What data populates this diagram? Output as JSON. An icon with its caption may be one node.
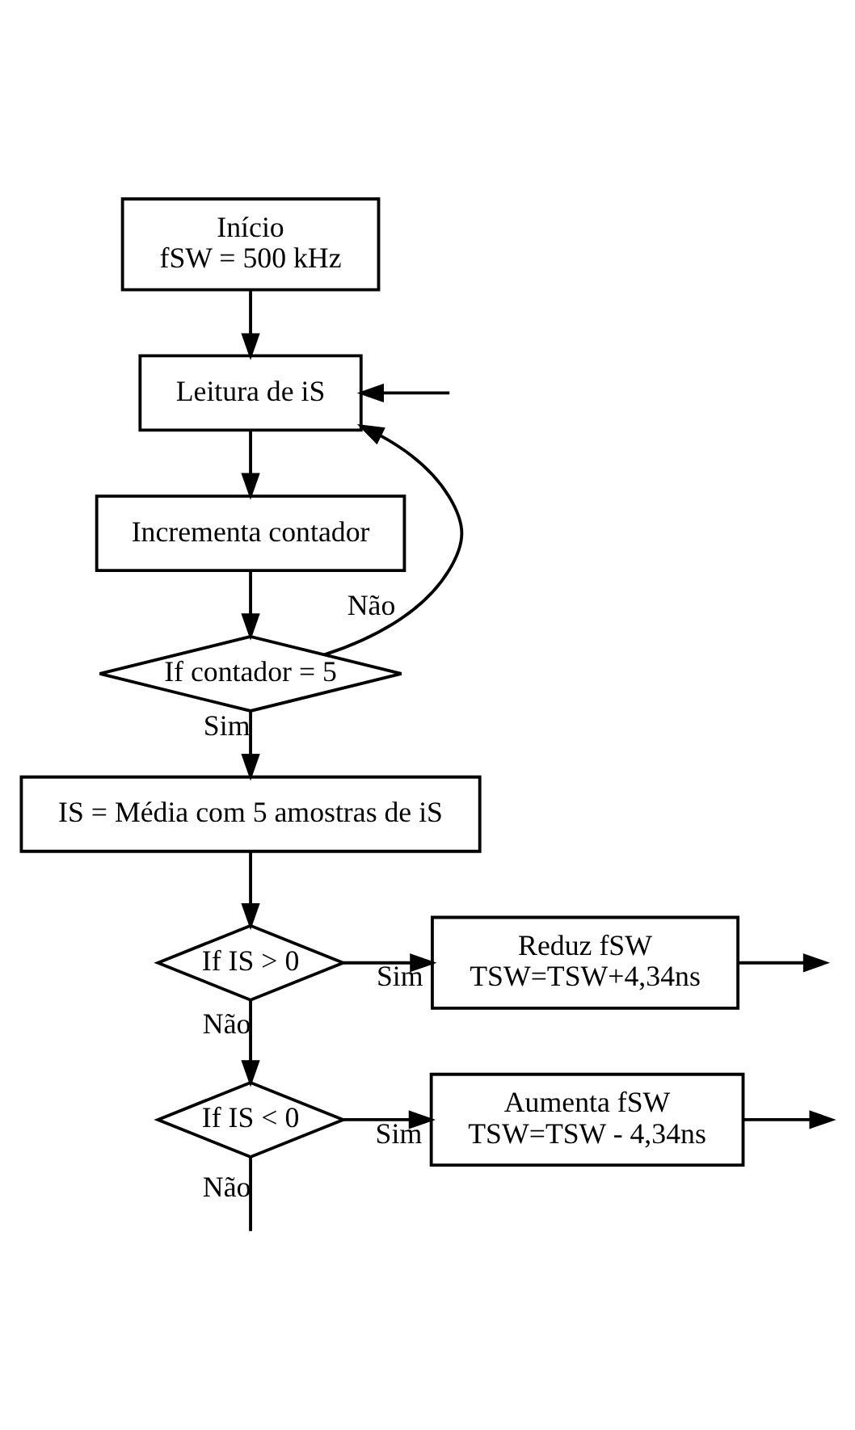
{
  "diagram": {
    "nodes": [
      {
        "text": [
          "Início",
          "fSW = 500 kHz"
        ]
      },
      {
        "text": [
          "Leitura de iS"
        ]
      },
      {
        "text": [
          "Incrementa contador"
        ]
      },
      {
        "text": [
          "If contador = 5"
        ]
      },
      {
        "text": [
          "IS = Média com 5 amostras de iS"
        ]
      },
      {
        "text": [
          "If IS > 0"
        ]
      },
      {
        "text": [
          "Reduz fSW",
          "TSW=TSW+4,34ns"
        ]
      },
      {
        "text": [
          "If IS < 0"
        ]
      },
      {
        "text": [
          "Aumenta fSW",
          "TSW=TSW - 4,34ns"
        ]
      }
    ],
    "edges": [
      {
        "from": 0,
        "to": 1,
        "arrow": "to"
      },
      {
        "from": 1,
        "to": 2,
        "arrow": "to"
      },
      {
        "from": 2,
        "to": 3,
        "arrow": "to"
      },
      {
        "from": 3,
        "to": 1,
        "arrow": "to",
        "label": "Não"
      },
      {
        "from": null,
        "to": 1,
        "arrow": "to"
      },
      {
        "from": 3,
        "to": 4,
        "arrow": "to",
        "label": "Sim"
      },
      {
        "from": 4,
        "to": 5,
        "arrow": "to"
      },
      {
        "from": 5,
        "to": 6,
        "arrow": "to",
        "label": "Sim"
      },
      {
        "from": 6,
        "to": null,
        "arrow": "to"
      },
      {
        "from": 5,
        "to": 7,
        "arrow": "to",
        "label": "Não"
      },
      {
        "from": 7,
        "to": 8,
        "arrow": "to",
        "label": "Sim"
      },
      {
        "from": 8,
        "to": null,
        "arrow": "to"
      },
      {
        "from": 7,
        "to": null,
        "arrow": "none",
        "label": "Não"
      }
    ]
  }
}
